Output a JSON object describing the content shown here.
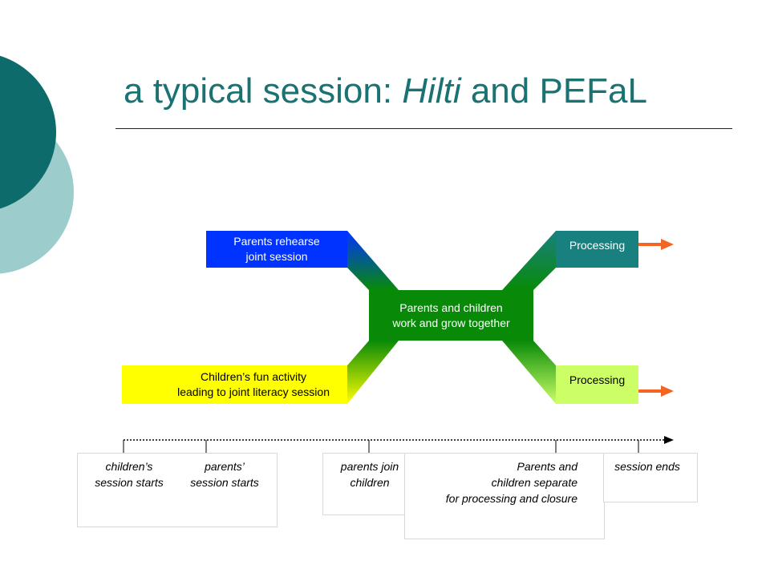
{
  "title": {
    "prefix": "a typical session: ",
    "italic": "Hilti",
    "suffix": " and PEFaL"
  },
  "boxes": {
    "parents_rehearse": {
      "line1": "Parents rehearse",
      "line2": "joint session"
    },
    "center": {
      "line1": "Parents and children",
      "line2": "work and grow together"
    },
    "processing_top": "Processing",
    "children_activity": {
      "line1": "Children’s fun activity",
      "line2": "leading to joint literacy session"
    },
    "processing_bottom": "Processing"
  },
  "timeline_labels": {
    "children_start": {
      "line1": "children’s",
      "line2": "session starts"
    },
    "parents_start": {
      "line1": "parents’",
      "line2": "session starts"
    },
    "parents_join": {
      "line1": "parents join",
      "line2": "children"
    },
    "separate": {
      "line1": "Parents and",
      "line2": "children separate",
      "line3": "for processing and closure"
    },
    "session_ends": "session ends"
  },
  "colors": {
    "title": "#1a7272",
    "blue": "#0033ff",
    "green": "#088a08",
    "teal": "#198080",
    "yellow": "#ffff00",
    "light_green": "#ccff66",
    "arrow": "#f26522",
    "decor_dark": "#0e6b6b",
    "decor_light": "#9ccccc"
  }
}
